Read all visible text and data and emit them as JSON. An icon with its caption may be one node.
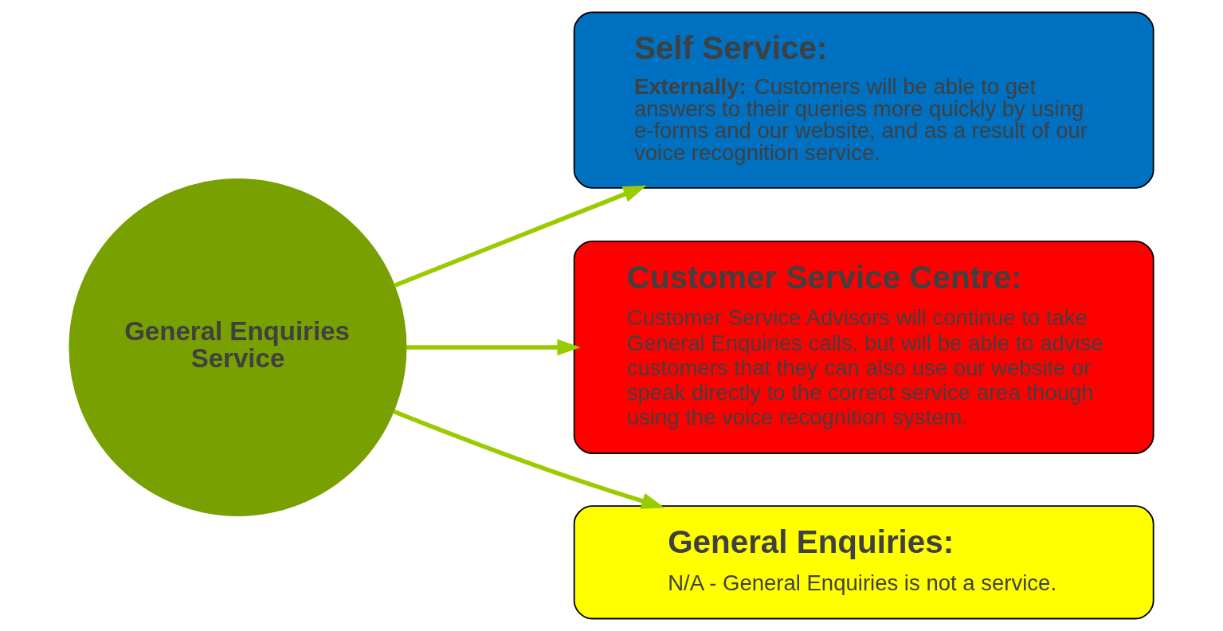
{
  "diagram": {
    "nodes": [
      {
        "text": [
          "General Enquiries Service"
        ]
      },
      {
        "text": [
          "Self Service:",
          "**Externally:** Customers will be able to get answers to their queries more quickly by using e-forms and our website, and as a result of our voice recognition service."
        ]
      },
      {
        "text": [
          "Customer Service Centre:",
          "Customer Service Advisors will continue to take General Enquiries calls, but will be able to advise customers that they can also use our website or speak directly to the correct service area though using the voice recognition system."
        ]
      },
      {
        "text": [
          "General Enquiries:",
          "N/A - General Enquiries is not a service."
        ]
      }
    ],
    "edges": [
      {
        "from": 0,
        "to": 1,
        "arrow": "to"
      },
      {
        "from": 0,
        "to": 2,
        "arrow": "to"
      },
      {
        "from": 0,
        "to": 3,
        "arrow": "to"
      }
    ]
  }
}
